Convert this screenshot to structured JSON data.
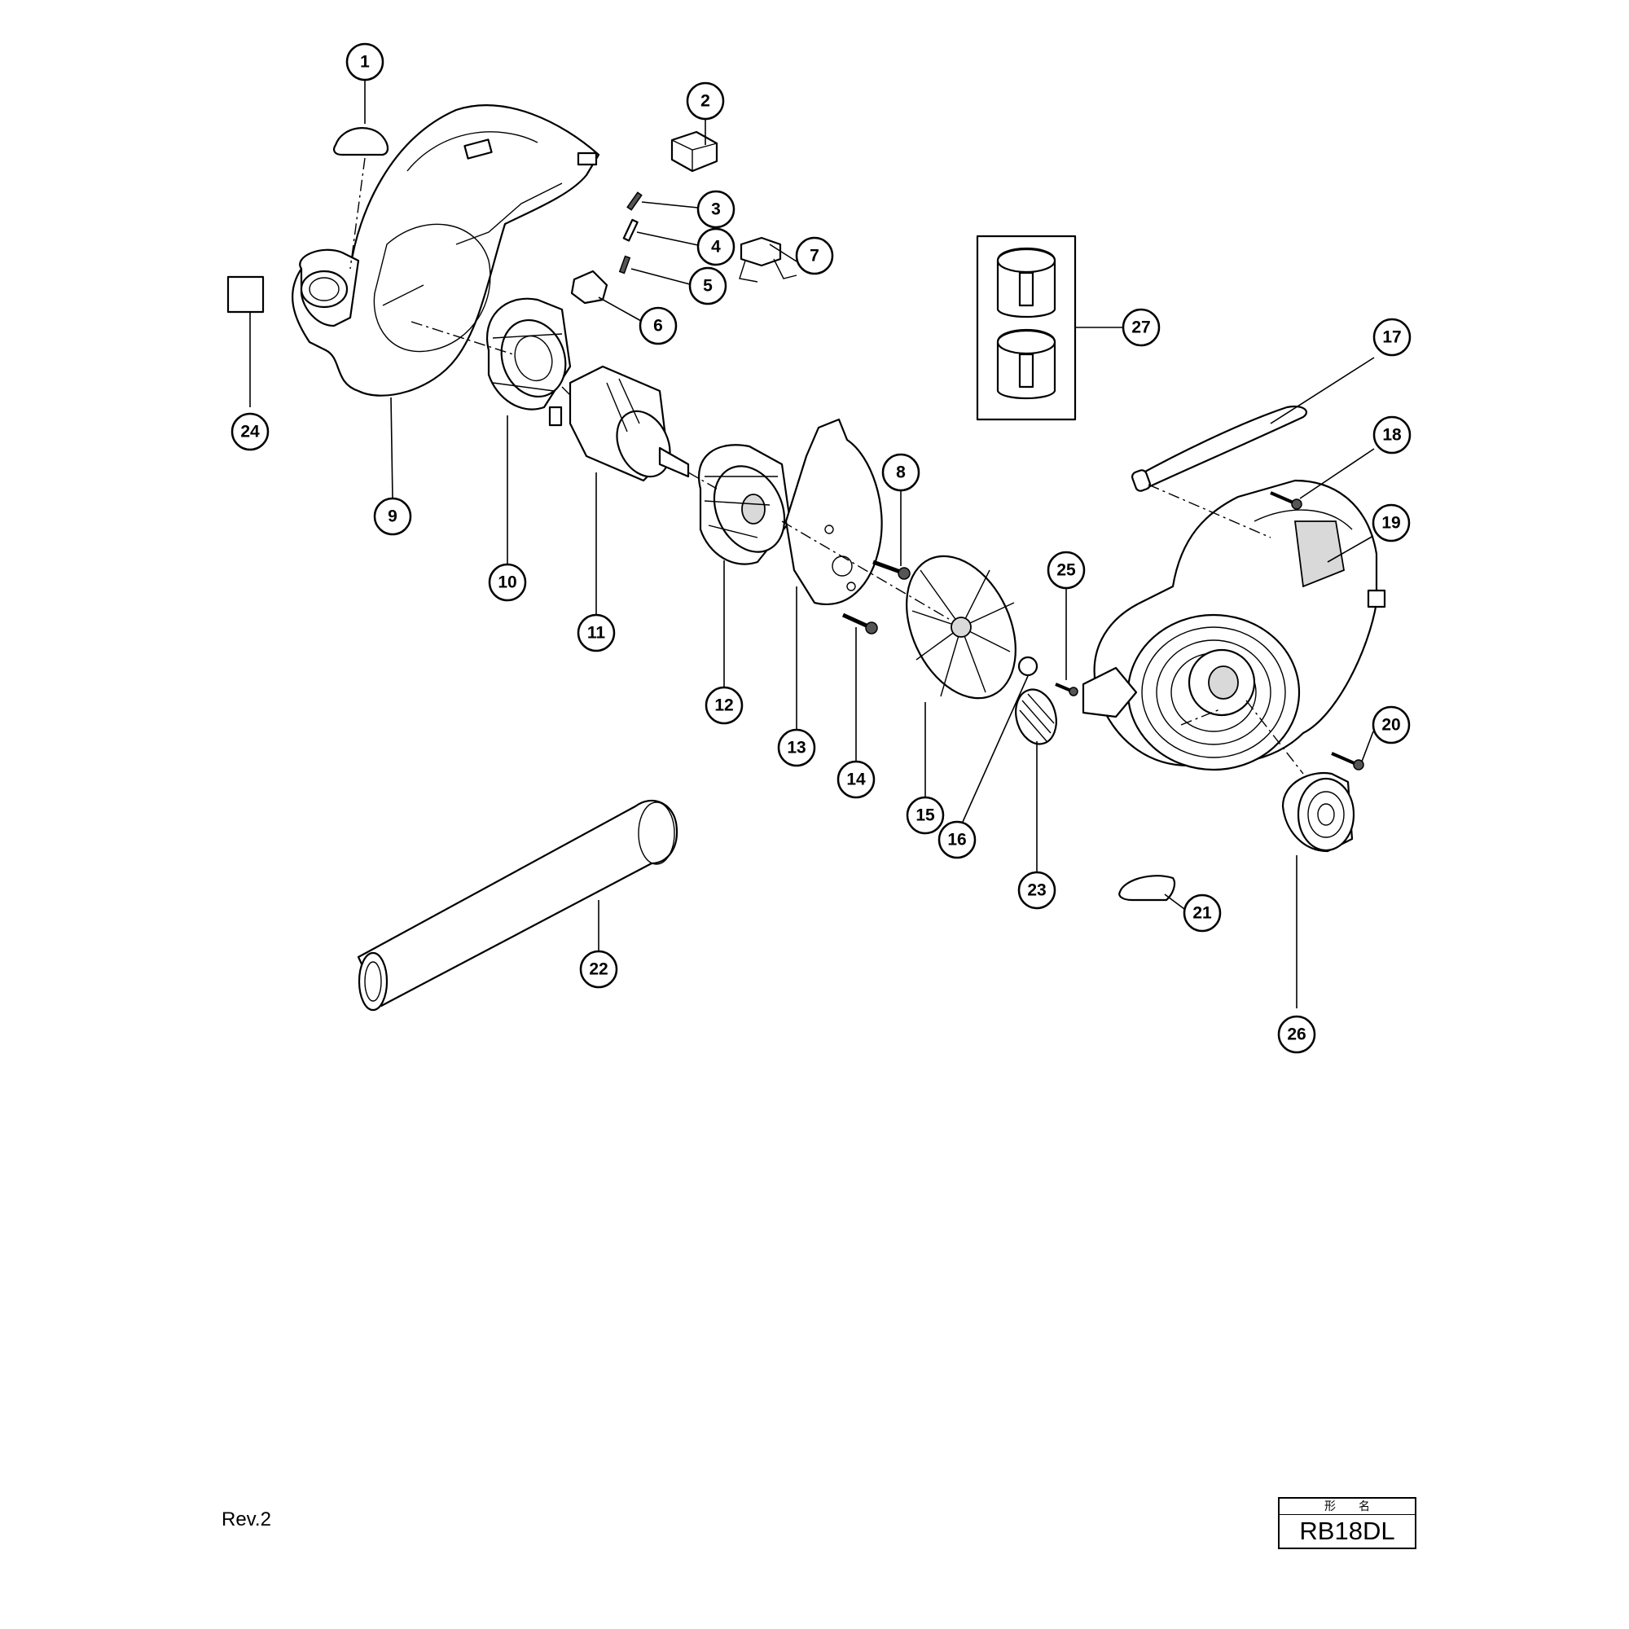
{
  "callouts": [
    {
      "id": "1"
    },
    {
      "id": "2"
    },
    {
      "id": "3"
    },
    {
      "id": "4"
    },
    {
      "id": "5"
    },
    {
      "id": "6"
    },
    {
      "id": "7"
    },
    {
      "id": "8"
    },
    {
      "id": "9"
    },
    {
      "id": "10"
    },
    {
      "id": "11"
    },
    {
      "id": "12"
    },
    {
      "id": "13"
    },
    {
      "id": "14"
    },
    {
      "id": "15"
    },
    {
      "id": "16"
    },
    {
      "id": "17"
    },
    {
      "id": "18"
    },
    {
      "id": "19"
    },
    {
      "id": "20"
    },
    {
      "id": "21"
    },
    {
      "id": "22"
    },
    {
      "id": "23"
    },
    {
      "id": "24"
    },
    {
      "id": "25"
    },
    {
      "id": "26"
    },
    {
      "id": "27"
    }
  ],
  "footer": {
    "revision": "Rev.2",
    "model_header": "形名",
    "model_name": "RB18DL"
  }
}
